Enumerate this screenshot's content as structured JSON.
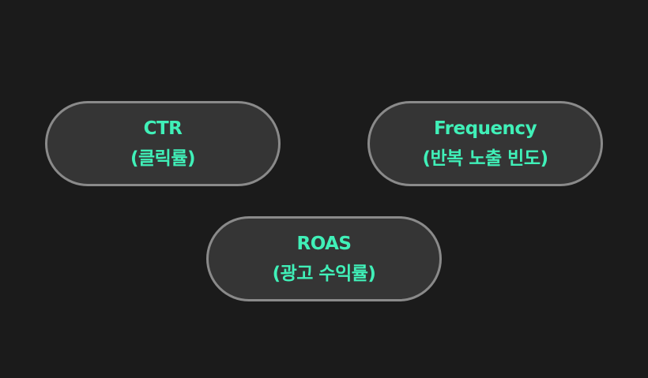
{
  "nodes": [
    {
      "id": "ctr",
      "title": "CTR",
      "subtitle": "(클릭률)"
    },
    {
      "id": "frequency",
      "title": "Frequency",
      "subtitle": "(반복 노출 빈도)"
    },
    {
      "id": "roas",
      "title": "ROAS",
      "subtitle": "(광고 수익률)"
    }
  ],
  "colors": {
    "background": "#1b1b1b",
    "node_fill": "#353535",
    "node_border": "#8a8a8a",
    "text": "#40f0b8"
  }
}
